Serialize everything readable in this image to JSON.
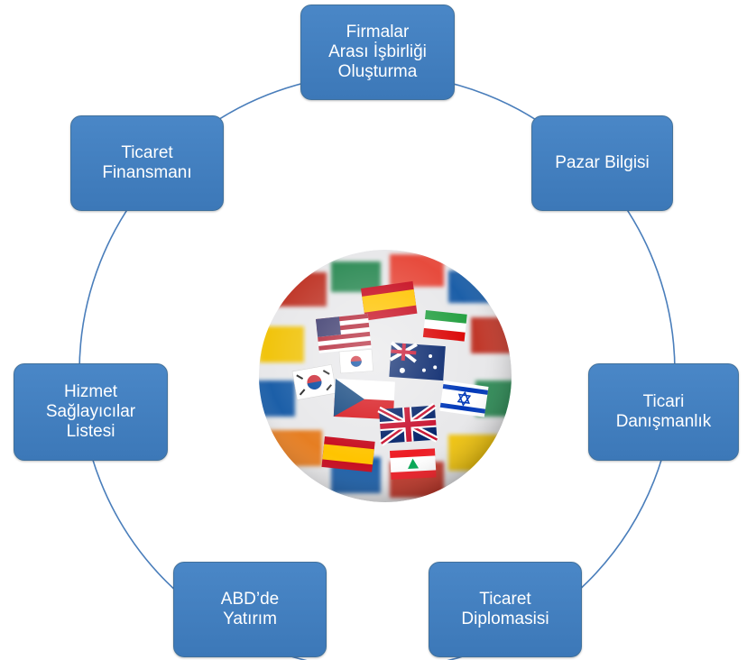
{
  "diagram": {
    "nodes": [
      {
        "id": "n1",
        "label": "Firmalar\nArası İşbirliği\nOluşturma"
      },
      {
        "id": "n2",
        "label": "Pazar Bilgisi"
      },
      {
        "id": "n3",
        "label": "Ticari\nDanışmanlık"
      },
      {
        "id": "n4",
        "label": "Ticaret\nDiplomasisi"
      },
      {
        "id": "n5",
        "label": "ABD’de\nYatırım"
      },
      {
        "id": "n6",
        "label": "Hizmet\nSağlayıcılar\nListesi"
      },
      {
        "id": "n7",
        "label": "Ticaret\nFinansmanı"
      }
    ],
    "colors": {
      "node_fill": "#4080c0",
      "node_border": "#41719c",
      "ring": "#4a7ebb",
      "text": "#ffffff"
    },
    "center_image": "globe-of-flags"
  }
}
